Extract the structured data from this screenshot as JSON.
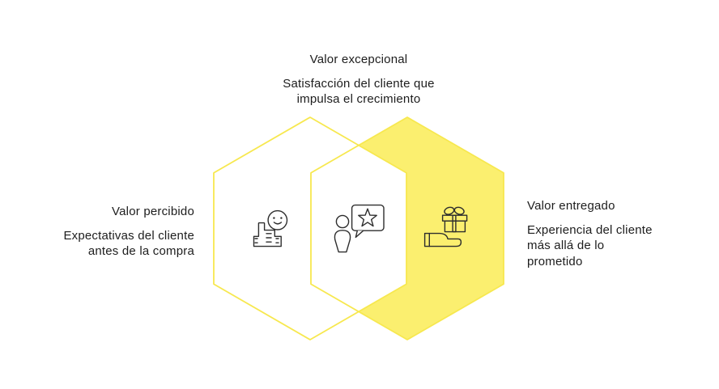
{
  "diagram": {
    "labels": {
      "top": {
        "title": "Valor excepcional",
        "lines": [
          "Satisfacción del cliente que",
          "impulsa el crecimiento"
        ]
      },
      "left": {
        "title": "Valor percibido",
        "lines": [
          "Expectativas del cliente",
          "antes de la compra"
        ]
      },
      "right": {
        "title": "Valor entregado",
        "lines": [
          "Experiencia del cliente",
          "más allá de lo",
          "prometido"
        ]
      }
    },
    "icons": {
      "left": "thumbs-up-smiley-icon",
      "center": "review-star-speech-bubble-icon",
      "right": "gift-in-hand-icon"
    },
    "colors": {
      "hexagon_fill": "#FBEF6F",
      "hexagon_stroke": "#F7E84F",
      "icon_stroke": "#2D2D2D",
      "text": "#1D1D1D",
      "background": "#FFFFFF"
    }
  }
}
